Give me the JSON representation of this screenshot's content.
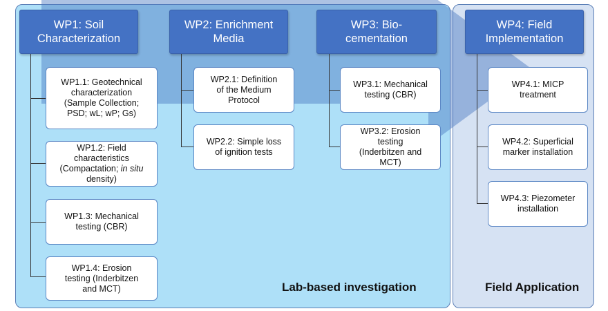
{
  "phases": {
    "lab": "Lab-based investigation",
    "field": "Field Application"
  },
  "wp1": {
    "title_l1": "WP1: Soil",
    "title_l2": "Characterization",
    "t1_l1": "WP1.1: Geotechnical",
    "t1_l2": "characterization",
    "t1_l3": "(Sample Collection;",
    "t1_l4": "PSD; wL; wP; Gs)",
    "t2_l1": "WP1.2: Field",
    "t2_l2": "characteristics",
    "t2_l3a": "(Compactation; ",
    "t2_l3b": "in situ",
    "t2_l4": "density)",
    "t3_l1": "WP1.3: Mechanical",
    "t3_l2": "testing (CBR)",
    "t4_l1": "WP1.4: Erosion",
    "t4_l2": "testing (Inderbitzen",
    "t4_l3": "and MCT)"
  },
  "wp2": {
    "title_l1": "WP2: Enrichment",
    "title_l2": "Media",
    "t1_l1": "WP2.1: Definition",
    "t1_l2": "of the Medium",
    "t1_l3": "Protocol",
    "t2_l1": "WP2.2: Simple loss",
    "t2_l2": "of ignition tests"
  },
  "wp3": {
    "title_l1": "WP3: Bio-",
    "title_l2": "cementation",
    "t1_l1": "WP3.1: Mechanical",
    "t1_l2": "testing (CBR)",
    "t2_l1": "WP3.2: Erosion",
    "t2_l2": "testing",
    "t2_l3": "(Inderbitzen and",
    "t2_l4": "MCT)"
  },
  "wp4": {
    "title_l1": "WP4: Field",
    "title_l2": "Implementation",
    "t1_l1": "WP4.1: MICP",
    "t1_l2": "treatment",
    "t2_l1": "WP4.2: Superficial",
    "t2_l2": "marker installation",
    "t3_l1": "WP4.3: Piezometer",
    "t3_l2": "installation"
  },
  "colors": {
    "lab_panel": "#aee0f8",
    "field_panel": "#d6e2f3",
    "header_fill": "#4472c4",
    "arrow_fill": "#4a78c2"
  }
}
